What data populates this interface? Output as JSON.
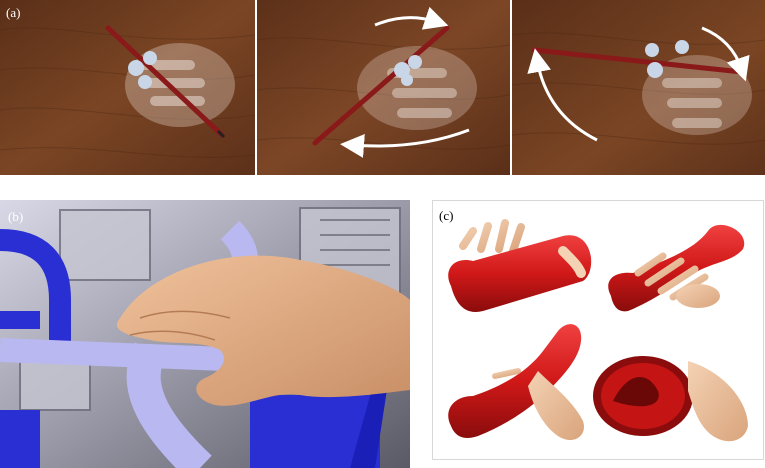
{
  "figure": {
    "labels": {
      "a": "(a)",
      "b": "(b)",
      "c": "(c)"
    },
    "colors": {
      "wood": "#6a3a1f",
      "pencil": "#8a1a1a",
      "engine_blue": "#2a2fd4",
      "pipe_lavender": "#b9b8f0",
      "skin": "#e7b58d",
      "tube_red": "#d01818"
    }
  }
}
